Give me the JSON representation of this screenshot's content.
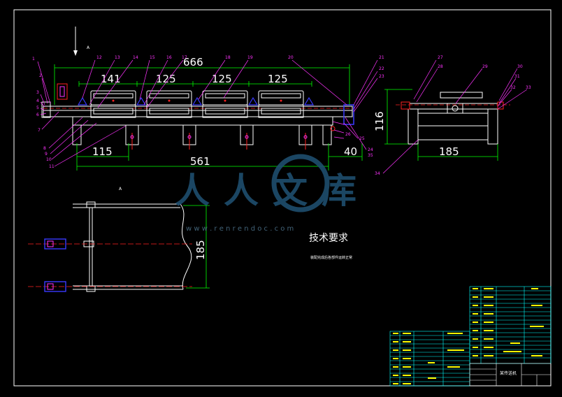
{
  "drawing": {
    "title_cn": "技术要求",
    "note_cn": "装配完成后各部件运转正常",
    "section_mark": "A",
    "watermark_cn": "人人文库",
    "watermark_url": "w w w . r e n r e n d o c . c o m",
    "title_block_name": "某传送机",
    "colors": {
      "background": "#000000",
      "frame": "#ffffff",
      "geometry": "#ffffff",
      "dimension": "#00ff00",
      "leader": "#ff33ff",
      "accent_red": "#ff2020",
      "accent_blue": "#3a3aff",
      "table_line": "#00ffff",
      "table_text": "#ffff00",
      "watermark": "#1e4e6e"
    }
  },
  "dimensions": {
    "top_overall": "666",
    "seg1": "141",
    "seg2": "125",
    "seg3": "125",
    "seg4": "125",
    "bottom_left": "115",
    "bottom_overall": "561",
    "bottom_right": "40",
    "side_height": "116",
    "side_width": "185",
    "section_height": "185"
  },
  "part_labels": {
    "top_row": [
      "12",
      "13",
      "14",
      "15",
      "16",
      "17",
      "18",
      "19",
      "20",
      "21",
      "22",
      "23"
    ],
    "left_col": [
      "1",
      "2",
      "3",
      "4",
      "5",
      "6",
      "7",
      "8",
      "9",
      "10",
      "11"
    ],
    "right_group": [
      "24",
      "25",
      "26",
      "34",
      "35"
    ],
    "side_view": [
      "27",
      "28",
      "29",
      "30",
      "31",
      "32",
      "33"
    ]
  }
}
